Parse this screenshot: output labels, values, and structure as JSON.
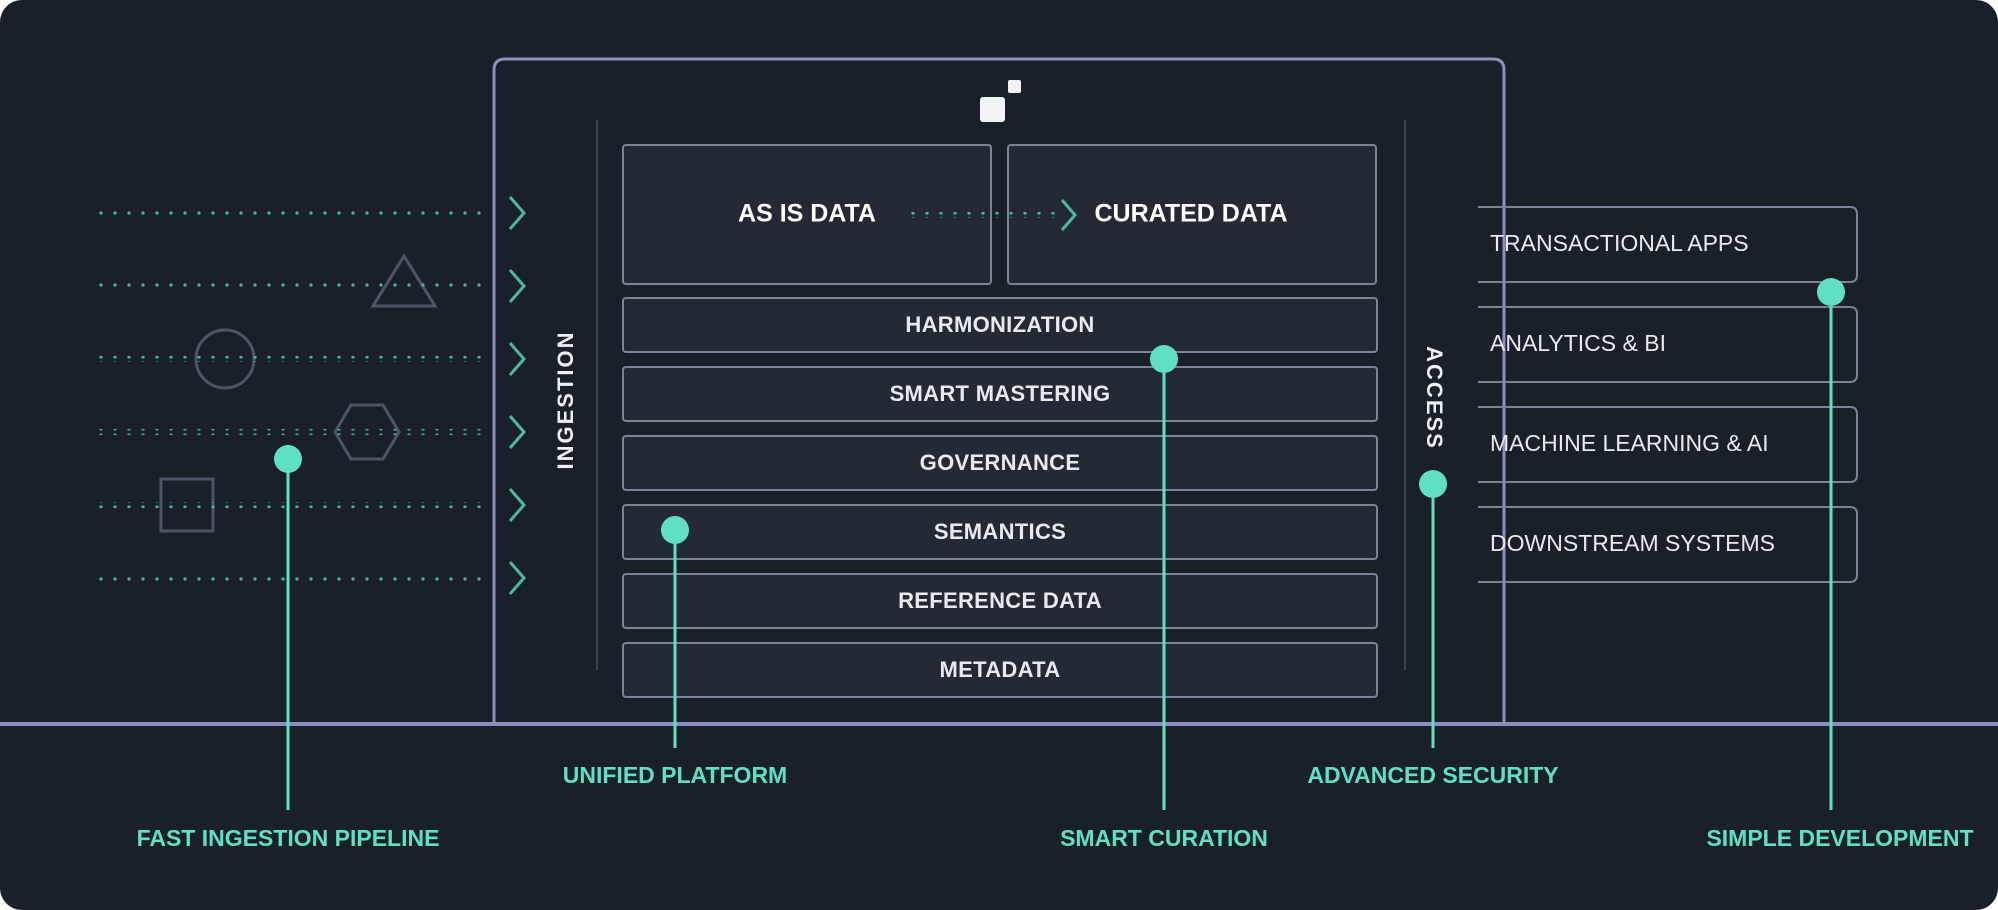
{
  "top": {
    "as_is": "AS IS DATA",
    "curated": "CURATED DATA"
  },
  "layers": [
    "HARMONIZATION",
    "SMART MASTERING",
    "GOVERNANCE",
    "SEMANTICS",
    "REFERENCE DATA",
    "METADATA"
  ],
  "side": {
    "ingestion": "INGESTION",
    "access": "ACCESS"
  },
  "apps": [
    "TRANSACTIONAL APPS",
    "ANALYTICS & BI",
    "MACHINE LEARNING & AI",
    "DOWNSTREAM SYSTEMS"
  ],
  "callouts": {
    "fast_ingestion": "FAST INGESTION PIPELINE",
    "unified_platform": "UNIFIED PLATFORM",
    "smart_curation": "SMART CURATION",
    "advanced_security": "ADVANCED SECURITY",
    "simple_development": "SIMPLE DEVELOPMENT"
  },
  "colors": {
    "background": "#1a202a",
    "frame": "#8c90c0",
    "box_border": "#7d8296",
    "box_fill": "#242a35",
    "accent": "#5fe0c2",
    "text": "#e8eaf0"
  }
}
